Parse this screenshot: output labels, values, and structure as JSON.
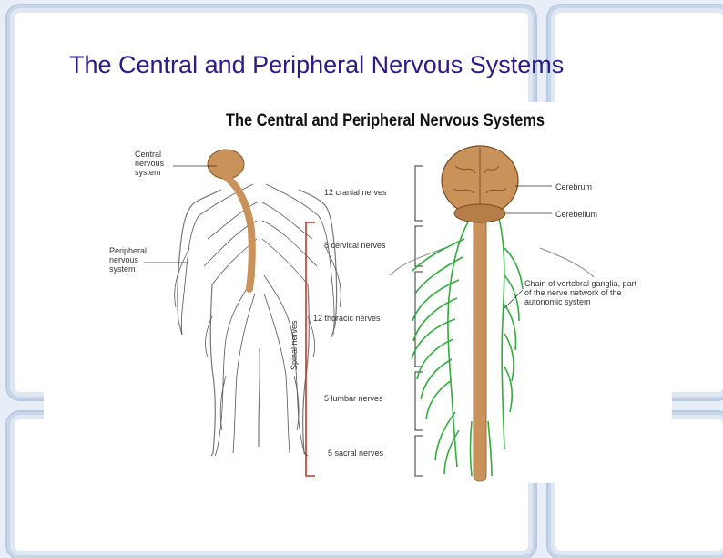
{
  "slide": {
    "title": "The Central and Peripheral Nervous Systems"
  },
  "figure": {
    "heading": "The Central and Peripheral Nervous Systems",
    "left_labels": {
      "cns_line1": "Central",
      "cns_line2": "nervous",
      "cns_line3": "system",
      "pns_line1": "Peripheral",
      "pns_line2": "nervous",
      "pns_line3": "system"
    },
    "spinal_label": "Spinal nerves",
    "nerve_groups": [
      "12 cranial nerves",
      "8 cervical nerves",
      "12 thoracic nerves",
      "5 lumbar nerves",
      "5 sacral nerves"
    ],
    "right_labels": {
      "cerebrum": "Cerebrum",
      "cerebellum": "Cerebellum",
      "chain_line1": "Chain of vertebral ganglia, part",
      "chain_line2": "of the nerve network of the",
      "chain_line3": "autonomic system"
    },
    "colors": {
      "title": "#2a1a8c",
      "brain": "#c8925a",
      "nerves_gray": "#555555",
      "ganglia_green": "#2fae3b",
      "bracket_red": "#c0392b"
    }
  }
}
